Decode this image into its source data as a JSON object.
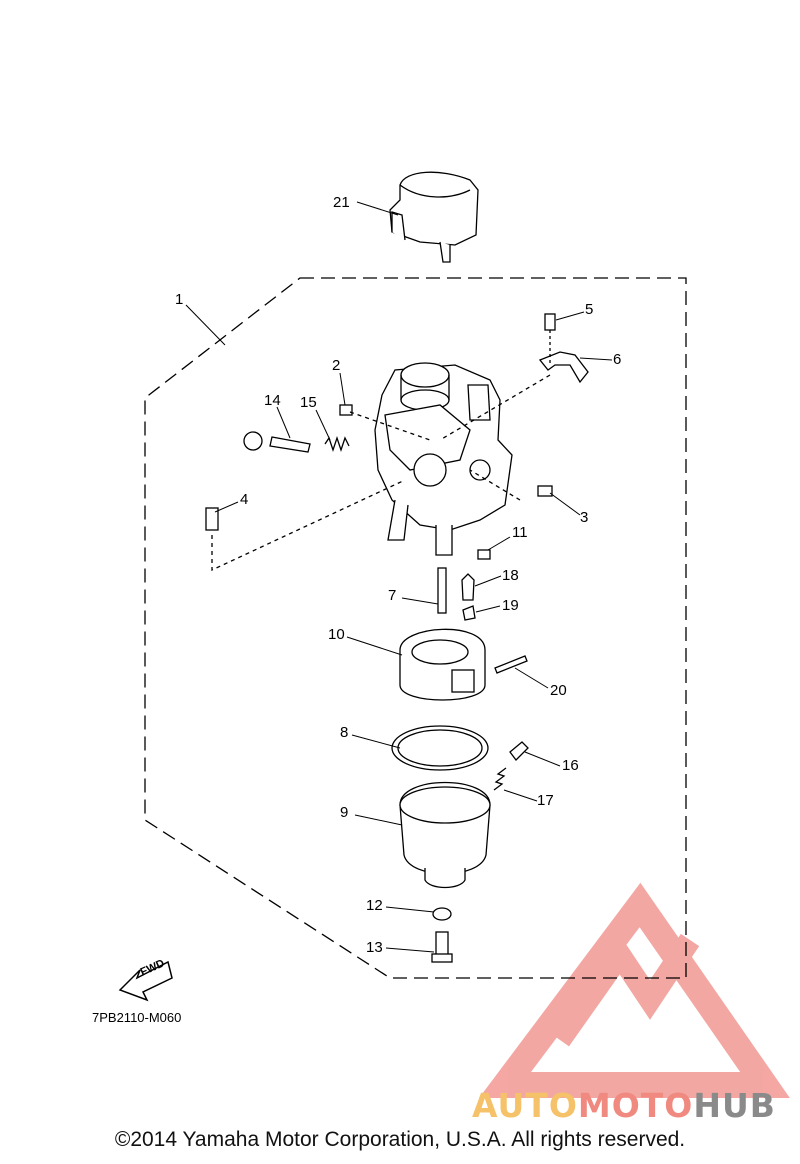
{
  "callouts": [
    "1",
    "2",
    "3",
    "4",
    "5",
    "6",
    "7",
    "8",
    "9",
    "10",
    "11",
    "12",
    "13",
    "14",
    "15",
    "16",
    "17",
    "18",
    "19",
    "20",
    "21"
  ],
  "direction_label": "FWD",
  "figure_code": "7PB2110-M060",
  "watermark": {
    "part1": "AUTO",
    "part2": "MOTO",
    "part3": "HUB",
    "colors": {
      "part1": "#f5c26a",
      "part2": "#f08a80",
      "part3": "#8a8a8a",
      "logo": "#f08a84"
    }
  },
  "copyright": "©2014 Yamaha Motor Corporation, U.S.A. All rights reserved."
}
